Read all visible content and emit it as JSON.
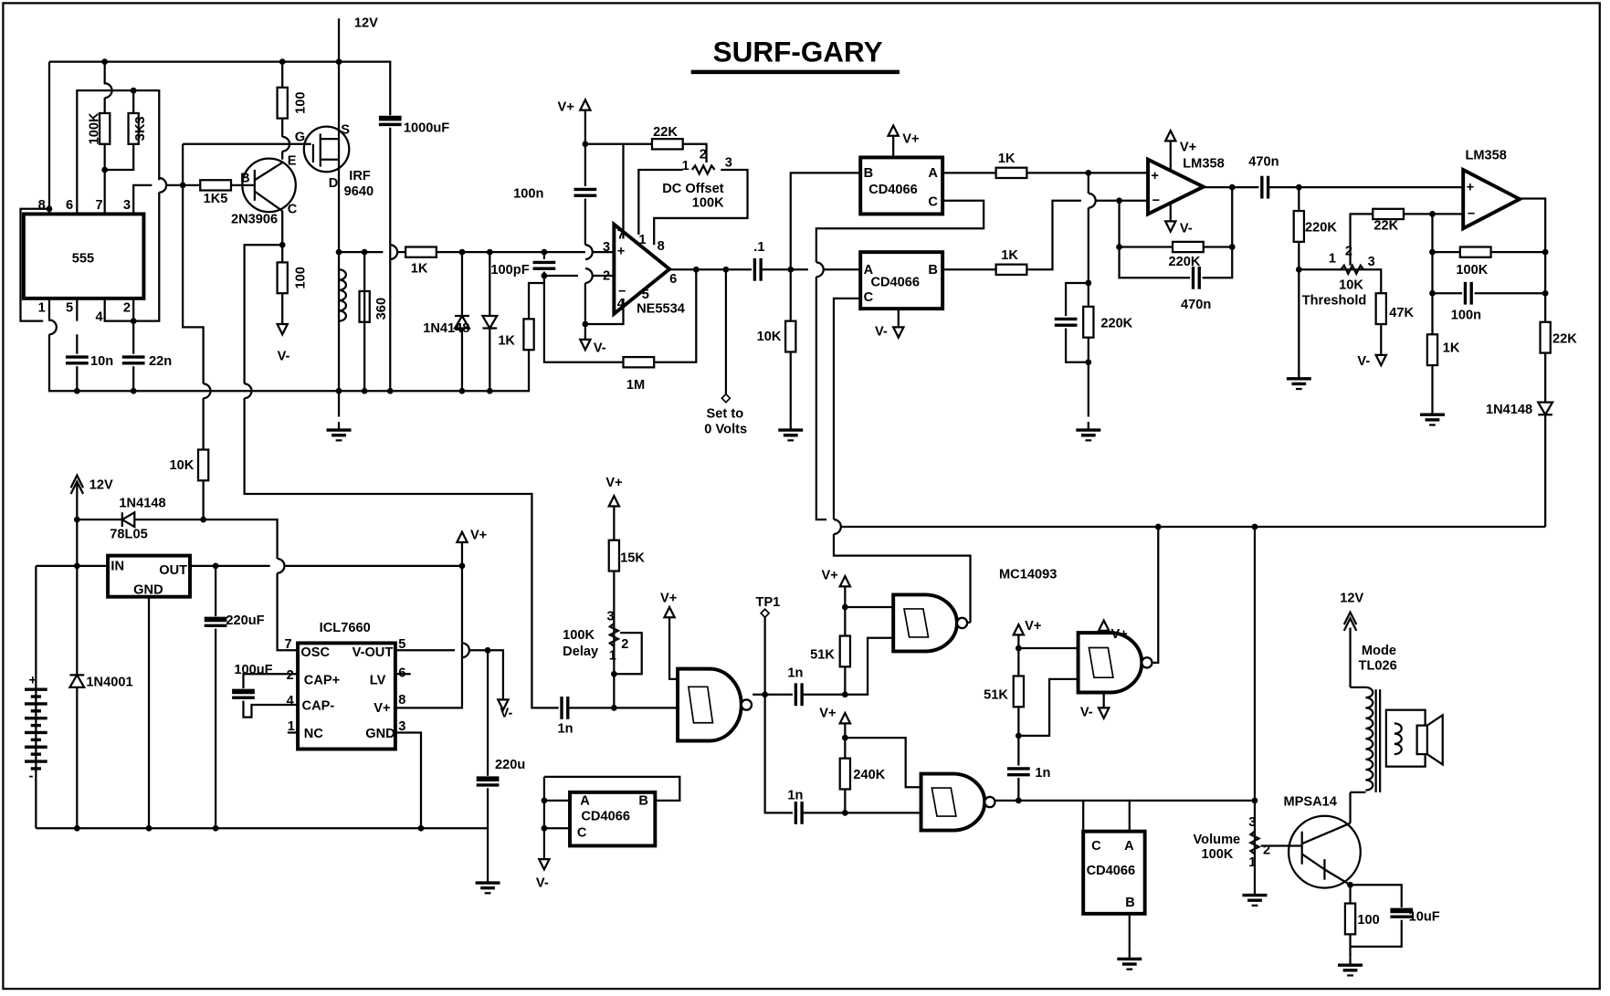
{
  "title": "SURF-GARY",
  "labels": [
    "12V",
    "100K",
    "3K3",
    "100",
    "100",
    "G",
    "S",
    "E",
    "B",
    "D",
    "C",
    "IRF",
    "9640",
    "1K5",
    "2N3906",
    "1000uF",
    "555",
    "8",
    "6",
    "7",
    "3",
    "1",
    "5",
    "4",
    "2",
    "10n",
    "22n",
    "V-",
    "1K",
    "360",
    "1N4148",
    "1K",
    "100pF",
    "V+",
    "22K",
    "DC Offset",
    "100K",
    "1",
    "2",
    "3",
    "100n",
    "7",
    "1",
    "8",
    "3",
    "2",
    "6",
    "4",
    "5",
    "NE5534",
    "V-",
    "1M",
    ".1",
    "Set to",
    "0 Volts",
    "10K",
    "V+",
    "B",
    "A",
    "C",
    "CD4066",
    "1K",
    "A",
    "B",
    "C",
    "CD4066",
    "V-",
    "1K",
    "220K",
    "V+",
    "V-",
    "LM358",
    "220K",
    "470n",
    "470n",
    "220K",
    "22K",
    "1",
    "2",
    "3",
    "10K",
    "Threshold",
    "47K",
    "V-",
    "LM358",
    "100K",
    "100n",
    "1K",
    "22K",
    "1N4148",
    "10K",
    "12V",
    "1N4148",
    "78L05",
    "IN",
    "OUT",
    "GND",
    "220uF",
    "ICL7660",
    "7",
    "OSC",
    "V-OUT",
    "5",
    "2",
    "CAP+",
    "LV",
    "6",
    "4",
    "CAP-",
    "V+",
    "8",
    "1",
    "NC",
    "GND",
    "3",
    "100uF",
    "V+",
    "V-",
    "220u",
    "1N4001",
    "+",
    "-",
    "V+",
    "15K",
    "100K",
    "Delay",
    "3",
    "2",
    "1",
    "1n",
    "V+",
    "TP1",
    "1n",
    "V+",
    "51K",
    "MC14093",
    "V+",
    "V+",
    "V-",
    "51K",
    "1n",
    "V+",
    "240K",
    "1n",
    "A",
    "B",
    "C",
    "CD4066",
    "V-",
    "C",
    "A",
    "CD4066",
    "B",
    "Volume",
    "100K",
    "3",
    "2",
    "1",
    "MPSA14",
    "12V",
    "Mode",
    "TL026",
    "100",
    "10uF"
  ],
  "icons": {
    "supply": "supply-arrow-icon",
    "ground": "ground-icon",
    "vplus": "vplus-terminal-icon",
    "vminus": "vminus-terminal-icon"
  },
  "colors": {
    "ink": "#000000",
    "background": "#ffffff"
  }
}
